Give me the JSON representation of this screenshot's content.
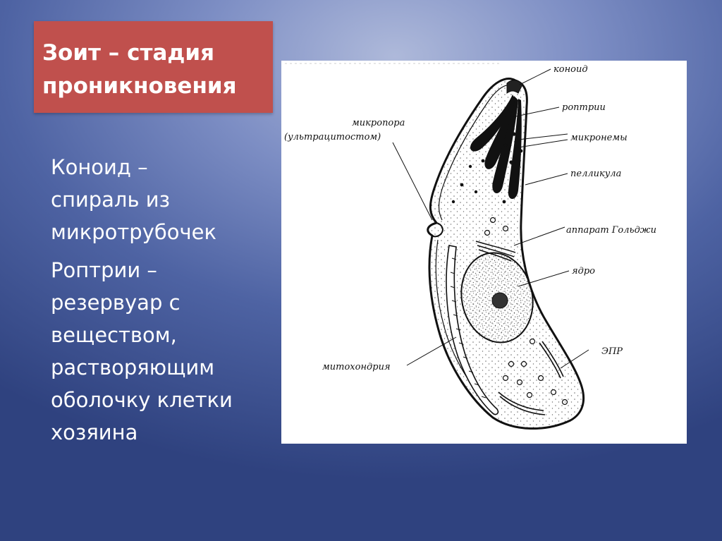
{
  "slide": {
    "title_lines": [
      "Зоит – стадия",
      "проникновения"
    ],
    "paragraphs": [
      [
        "Коноид –",
        "спираль из",
        "микротрубочек"
      ],
      [
        "Роптрии –",
        "резервуар с",
        "веществом,",
        "растворяющим",
        "оболочку клетки",
        "хозяина"
      ]
    ]
  },
  "diagram": {
    "labels": {
      "konoid": "коноид",
      "roptrii": "роптрии",
      "mikropora": "микропора",
      "ultracytostom": "(ультрацитостом)",
      "mikronemy": "микронемы",
      "pellikula": "пелликула",
      "golgi": "аппарат Гольджи",
      "yadro": "ядро",
      "epr": "ЭПР",
      "mitohondria": "митохондрия"
    }
  },
  "colors": {
    "title_box": "#c0504d",
    "text": "#ffffff",
    "diagram_bg": "#ffffff"
  }
}
